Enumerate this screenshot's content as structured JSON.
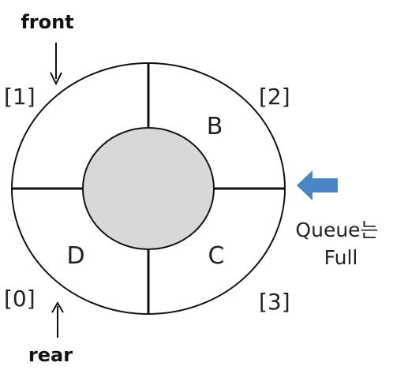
{
  "pointers": {
    "front": "front",
    "rear": "rear"
  },
  "indices": {
    "i0": "[0]",
    "i1": "[1]",
    "i2": "[2]",
    "i3": "[3]"
  },
  "cells": {
    "cell_1": "",
    "cell_2": "B",
    "cell_3": "C",
    "cell_0": "D"
  },
  "status": {
    "line1": "Queue는",
    "line2": "Full"
  },
  "colors": {
    "ring_stroke": "#111111",
    "hub_fill": "#d8d8d8",
    "arrow_fill": "#4a86c5"
  }
}
